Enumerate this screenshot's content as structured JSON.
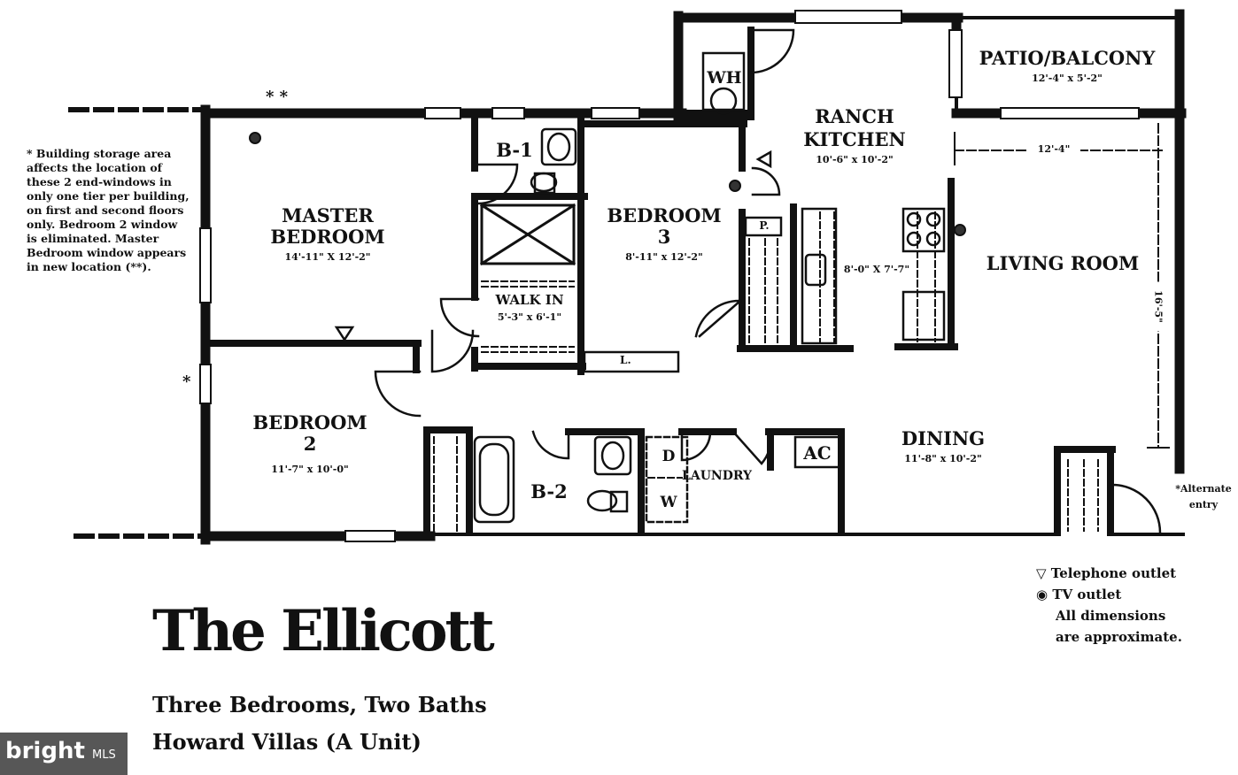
{
  "rooms": {
    "patio": {
      "name": "PATIO/BALCONY",
      "dim": "12'-4\" x 5'-2\""
    },
    "wh": {
      "name": "WH"
    },
    "kitchen": {
      "name1": "RANCH",
      "name2": "KITCHEN",
      "dim": "10'-6\" x 10'-2\"",
      "pantry_dim": "8'-0\" X 7'-7\""
    },
    "living": {
      "name": "LIVING ROOM",
      "width_dim": "12'-4\"",
      "depth_dim": "16'-5\""
    },
    "master": {
      "name1": "MASTER",
      "name2": "BEDROOM",
      "dim": "14'-11\" X 12'-2\""
    },
    "bed3": {
      "name1": "BEDROOM",
      "name2": "3",
      "dim": "8'-11\" x 12'-2\""
    },
    "bed2": {
      "name1": "BEDROOM",
      "name2": "2",
      "dim": "11'-7\" x 10'-0\""
    },
    "b1": {
      "name": "B-1"
    },
    "b2": {
      "name": "B-2"
    },
    "walkin": {
      "name": "WALK IN",
      "dim": "5'-3\" x 6'-1\""
    },
    "dining": {
      "name": "DINING",
      "dim": "11'-8\" x 10'-2\""
    },
    "laundry": {
      "name": "LAUNDRY",
      "d": "D",
      "w": "W"
    },
    "ac": {
      "name": "AC"
    },
    "pantry": {
      "name": "P."
    },
    "linen": {
      "name": "L."
    },
    "entry": {
      "name": "*Alternate entry"
    }
  },
  "marks": {
    "double_star": "* *",
    "single_star": "*"
  },
  "note": "* Building storage area affects the location of these 2 end-windows in only one tier per building, on first and second floors only. Bedroom 2 window is eliminated. Master Bedroom window appears in new location (**).",
  "title": "The Ellicott",
  "subtitle1": "Three Bedrooms, Two Baths",
  "subtitle2": "Howard Villas (A Unit)",
  "legend": {
    "telephone": "Telephone outlet",
    "tv": "TV outlet",
    "dims1": "All dimensions",
    "dims2": "are approximate."
  },
  "watermark": {
    "brand": "bright",
    "suffix": "MLS"
  }
}
